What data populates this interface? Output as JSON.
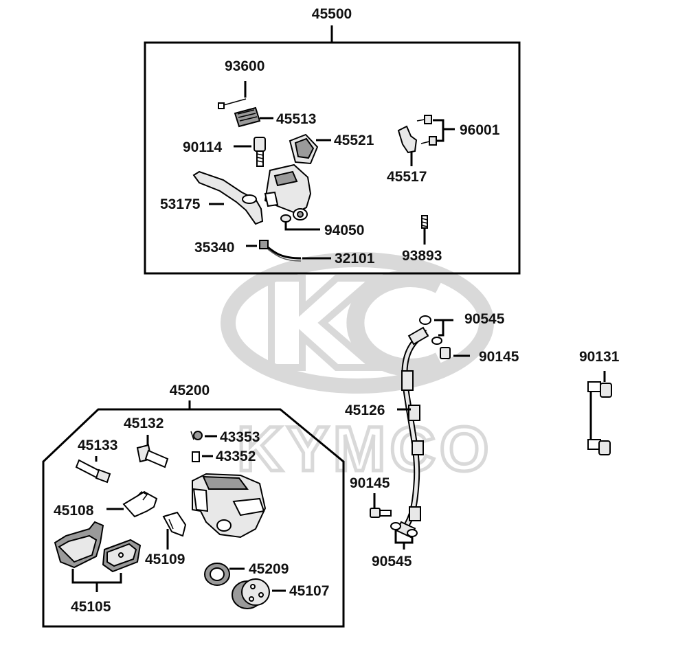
{
  "watermark": {
    "brand_text": "KYMCO",
    "logo_color": "#d9d9d9"
  },
  "assemblies": {
    "master_cylinder": "45500",
    "caliper": "45200"
  },
  "labels": {
    "p93600": "93600",
    "p45513": "45513",
    "p45521": "45521",
    "p90114": "90114",
    "p96001": "96001",
    "p45517": "45517",
    "p53175": "53175",
    "p94050": "94050",
    "p35340": "35340",
    "p32101": "32101",
    "p93893": "93893",
    "p90545_top": "90545",
    "p90145_top": "90145",
    "p90131": "90131",
    "p45126": "45126",
    "p90145_bottom": "90145",
    "p90545_bottom": "90545",
    "p45132": "45132",
    "p43353": "43353",
    "p45133": "45133",
    "p43352": "43352",
    "p45108": "45108",
    "p45109": "45109",
    "p45209": "45209",
    "p45107": "45107",
    "p45105": "45105"
  }
}
